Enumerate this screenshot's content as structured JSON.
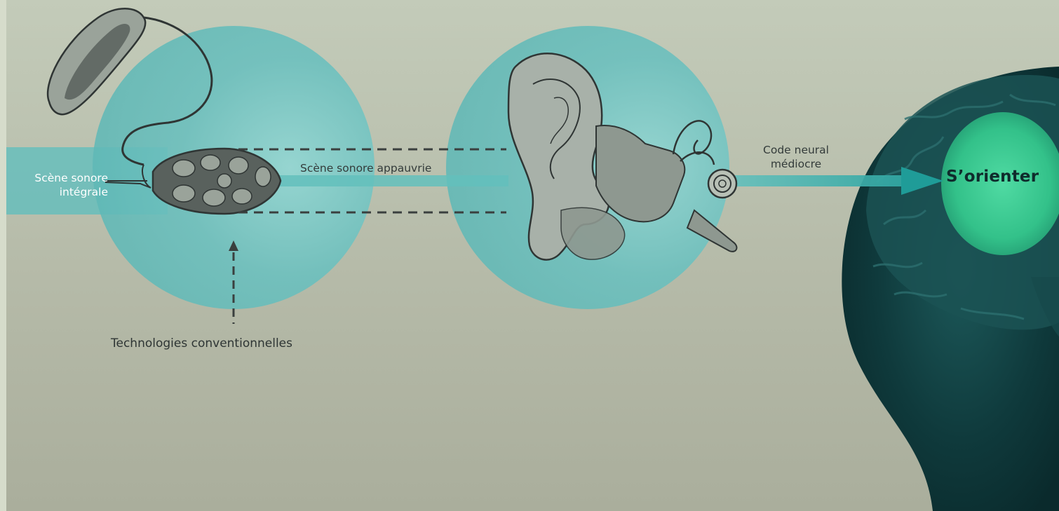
{
  "labels": {
    "input_scene_line1": "Scène sonore",
    "input_scene_line2": "intégrale",
    "poor_scene": "Scène sonore appauvrie",
    "neural_code_line1": "Code neural",
    "neural_code_line2": "médiocre",
    "conventional_tech": "Technologies conventionnelles",
    "brain_task": "S’orienter"
  },
  "icons": {
    "hearing_aid": "behind-the-ear-hearing-aid-illustration",
    "ear": "ear-anatomy-illustration",
    "brain": "brain-in-head-illustration"
  },
  "colors": {
    "background": "#bfc6b3",
    "teal_circle": "#6cc0be",
    "teal_flow": "#4fb3b1",
    "arrow_dark": "#1f9c98",
    "dashed_lines": "#3a3f3e",
    "head_dark": "#0f3a3c",
    "brain_highlight": "#43d39a"
  }
}
